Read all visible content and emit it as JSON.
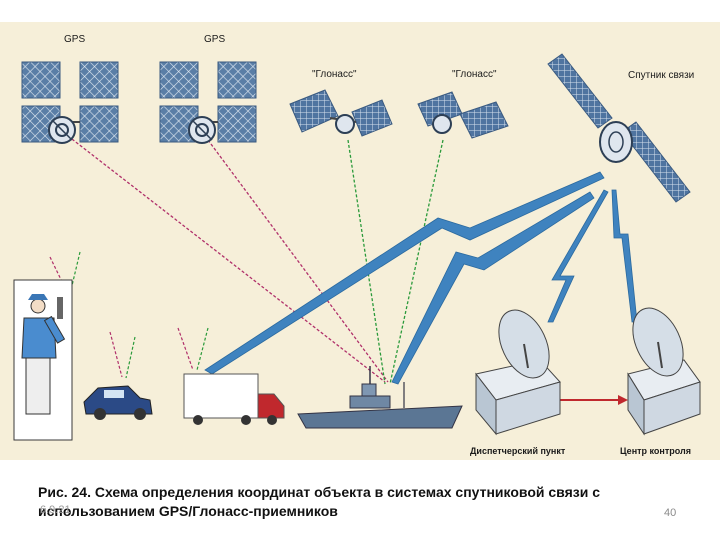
{
  "diagram": {
    "labels": {
      "gps_1": "GPS",
      "gps_2": "GPS",
      "glonass_1": "\"Глонасс\"",
      "glonass_2": "\"Глонасс\"",
      "comm_satellite": "Спутник связи",
      "dispatch_point": "Диспетчерский пункт",
      "control_center": "Центр контроля"
    },
    "colors": {
      "background": "#f6efd9",
      "gps_link": "#b0306a",
      "glonass_link": "#2a9a3a",
      "comm_link": "#3a7fb8",
      "arrow_red": "#c0282d",
      "panel": "#3c5f85"
    }
  },
  "caption": {
    "text": "Рис. 24. Схема определения координат объекта в системах спутниковой связи с использованием GPS/Глонасс-приемников",
    "date": "6.9.21",
    "page": "40"
  }
}
